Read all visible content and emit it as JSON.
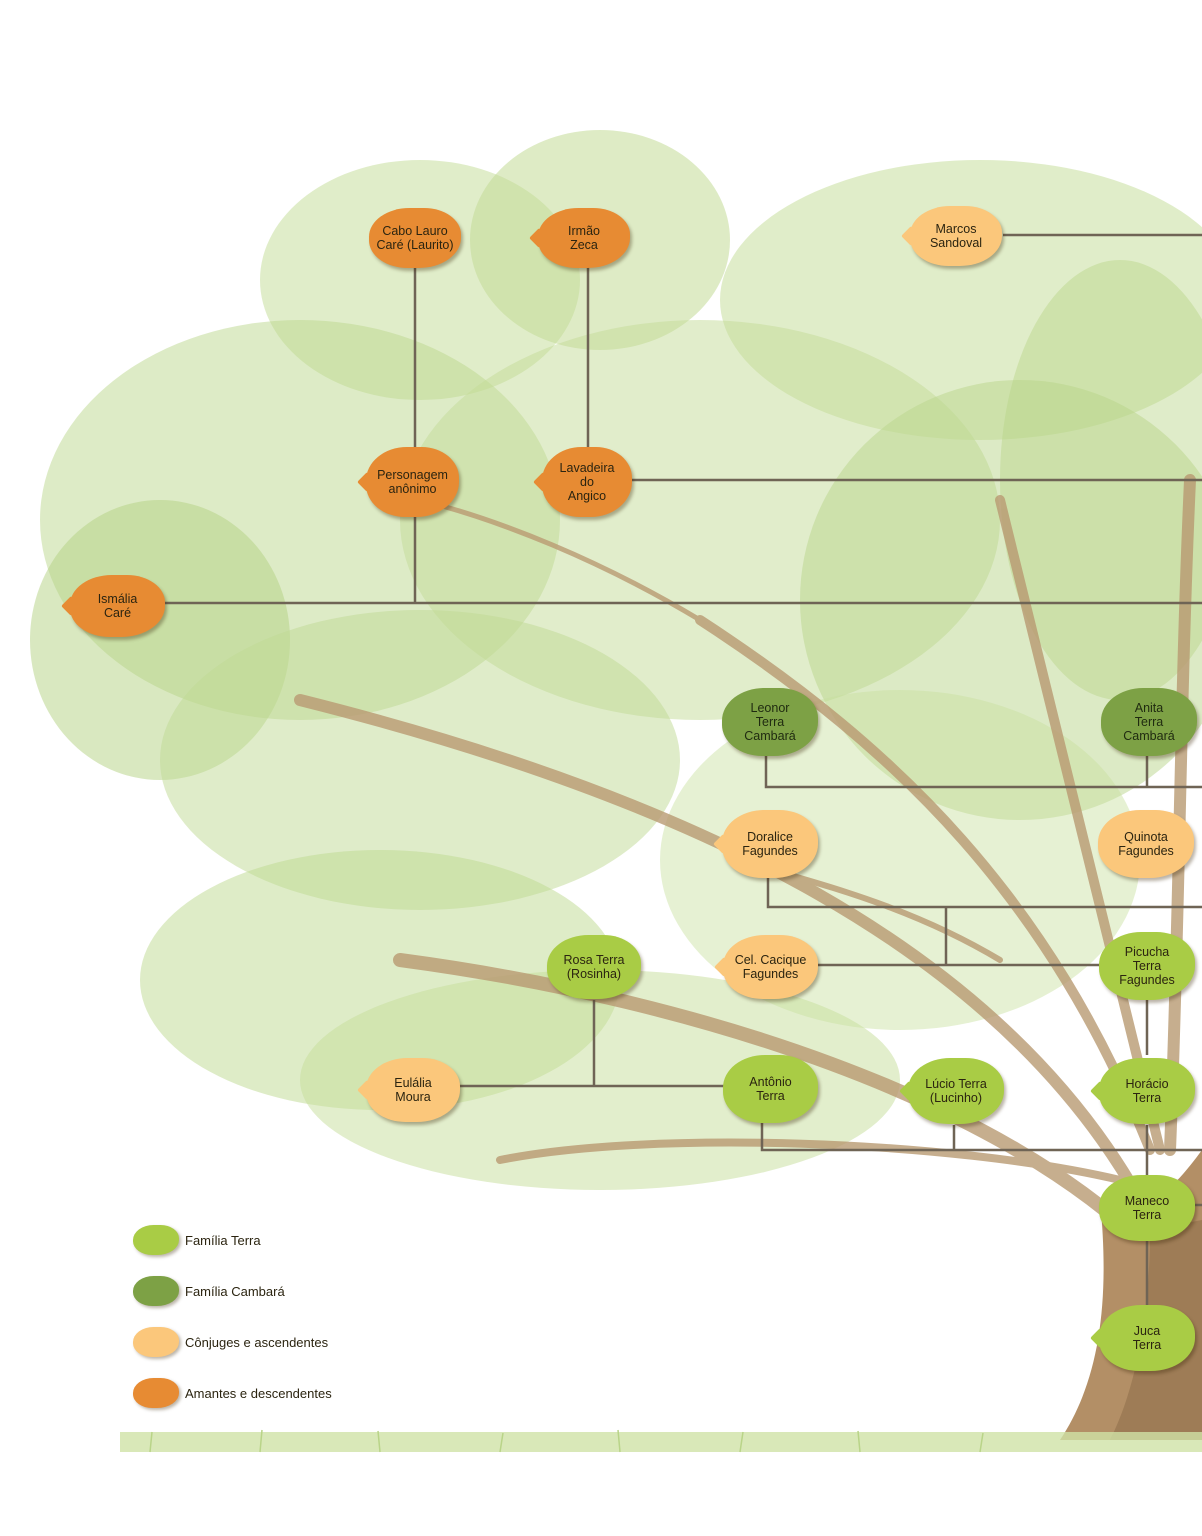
{
  "colors": {
    "familia_terra": "#a9cc45",
    "familia_cambara": "#7da145",
    "conjuges_ascendentes": "#fbc77b",
    "amantes_descendentes": "#e78b33",
    "connector": "#6f6455",
    "trunk": "#b99a72",
    "foliage": "#b8d58b"
  },
  "nodes": [
    {
      "id": "cabo-lauro",
      "label": "Cabo Lauro\nCaré (Laurito)",
      "category": "amantes_descendentes"
    },
    {
      "id": "irmao-zeca",
      "label": "Irmão\nZeca",
      "category": "amantes_descendentes"
    },
    {
      "id": "marcos-sandoval",
      "label": "Marcos\nSandoval",
      "category": "conjuges_ascendentes"
    },
    {
      "id": "personagem-anonimo",
      "label": "Personagem\nanônimo",
      "category": "amantes_descendentes"
    },
    {
      "id": "lavadeira-angico",
      "label": "Lavadeira\ndo\nAngico",
      "category": "amantes_descendentes"
    },
    {
      "id": "ismalia-care",
      "label": "Ismália\nCaré",
      "category": "amantes_descendentes"
    },
    {
      "id": "leonor",
      "label": "Leonor\nTerra\nCambará",
      "category": "familia_cambara"
    },
    {
      "id": "anita",
      "label": "Anita\nTerra\nCambará",
      "category": "familia_cambara"
    },
    {
      "id": "doralice",
      "label": "Doralice\nFagundes",
      "category": "conjuges_ascendentes"
    },
    {
      "id": "quinota",
      "label": "Quinota\nFagundes",
      "category": "conjuges_ascendentes"
    },
    {
      "id": "rosa-terra",
      "label": "Rosa Terra\n(Rosinha)",
      "category": "familia_terra"
    },
    {
      "id": "cacique",
      "label": "Cel. Cacique\nFagundes",
      "category": "conjuges_ascendentes"
    },
    {
      "id": "picucha",
      "label": "Picucha\nTerra\nFagundes",
      "category": "familia_terra"
    },
    {
      "id": "eulalia",
      "label": "Eulália\nMoura",
      "category": "conjuges_ascendentes"
    },
    {
      "id": "antonio",
      "label": "Antônio\nTerra",
      "category": "familia_terra"
    },
    {
      "id": "lucio",
      "label": "Lúcio Terra\n(Lucinho)",
      "category": "familia_terra"
    },
    {
      "id": "horacio",
      "label": "Horácio\nTerra",
      "category": "familia_terra"
    },
    {
      "id": "maneco",
      "label": "Maneco\nTerra",
      "category": "familia_terra"
    },
    {
      "id": "juca",
      "label": "Juca\nTerra",
      "category": "familia_terra"
    }
  ],
  "legend": [
    {
      "label": "Família Terra",
      "category": "familia_terra"
    },
    {
      "label": "Família Cambará",
      "category": "familia_cambara"
    },
    {
      "label": "Cônjuges e ascendentes",
      "category": "conjuges_ascendentes"
    },
    {
      "label": "Amantes e descendentes",
      "category": "amantes_descendentes"
    }
  ]
}
